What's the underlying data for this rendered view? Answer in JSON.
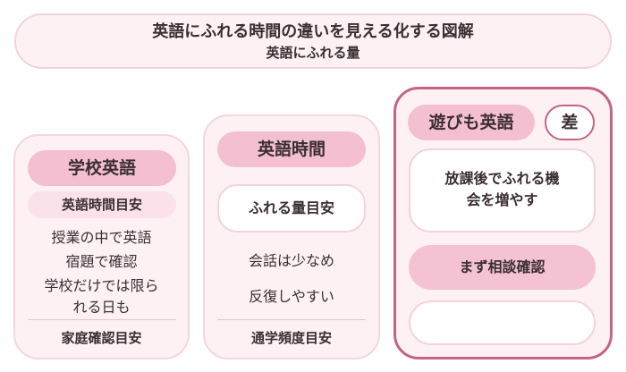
{
  "header": {
    "title": "英語にふれる時間の違いを見える化する図解",
    "subtitle": "英語にふれる量"
  },
  "cards": [
    {
      "heading": "学校英語",
      "tag": "英語時間目安",
      "lines": [
        "授業の中で英語",
        "宿題で確認",
        "学校だけでは限ら",
        "れる日も"
      ],
      "footer": "家庭確認目安"
    },
    {
      "heading": "英語時間",
      "tag": "ふれる量目安",
      "lines": [
        "会話は少なめ",
        "反復しやすい"
      ],
      "footer": "通学頻度目安"
    },
    {
      "heading": "遊びも英語",
      "badge": "差",
      "callout": [
        "放課後でふれる機",
        "会を増やす"
      ],
      "action": "まず相談確認",
      "empty": ""
    }
  ]
}
